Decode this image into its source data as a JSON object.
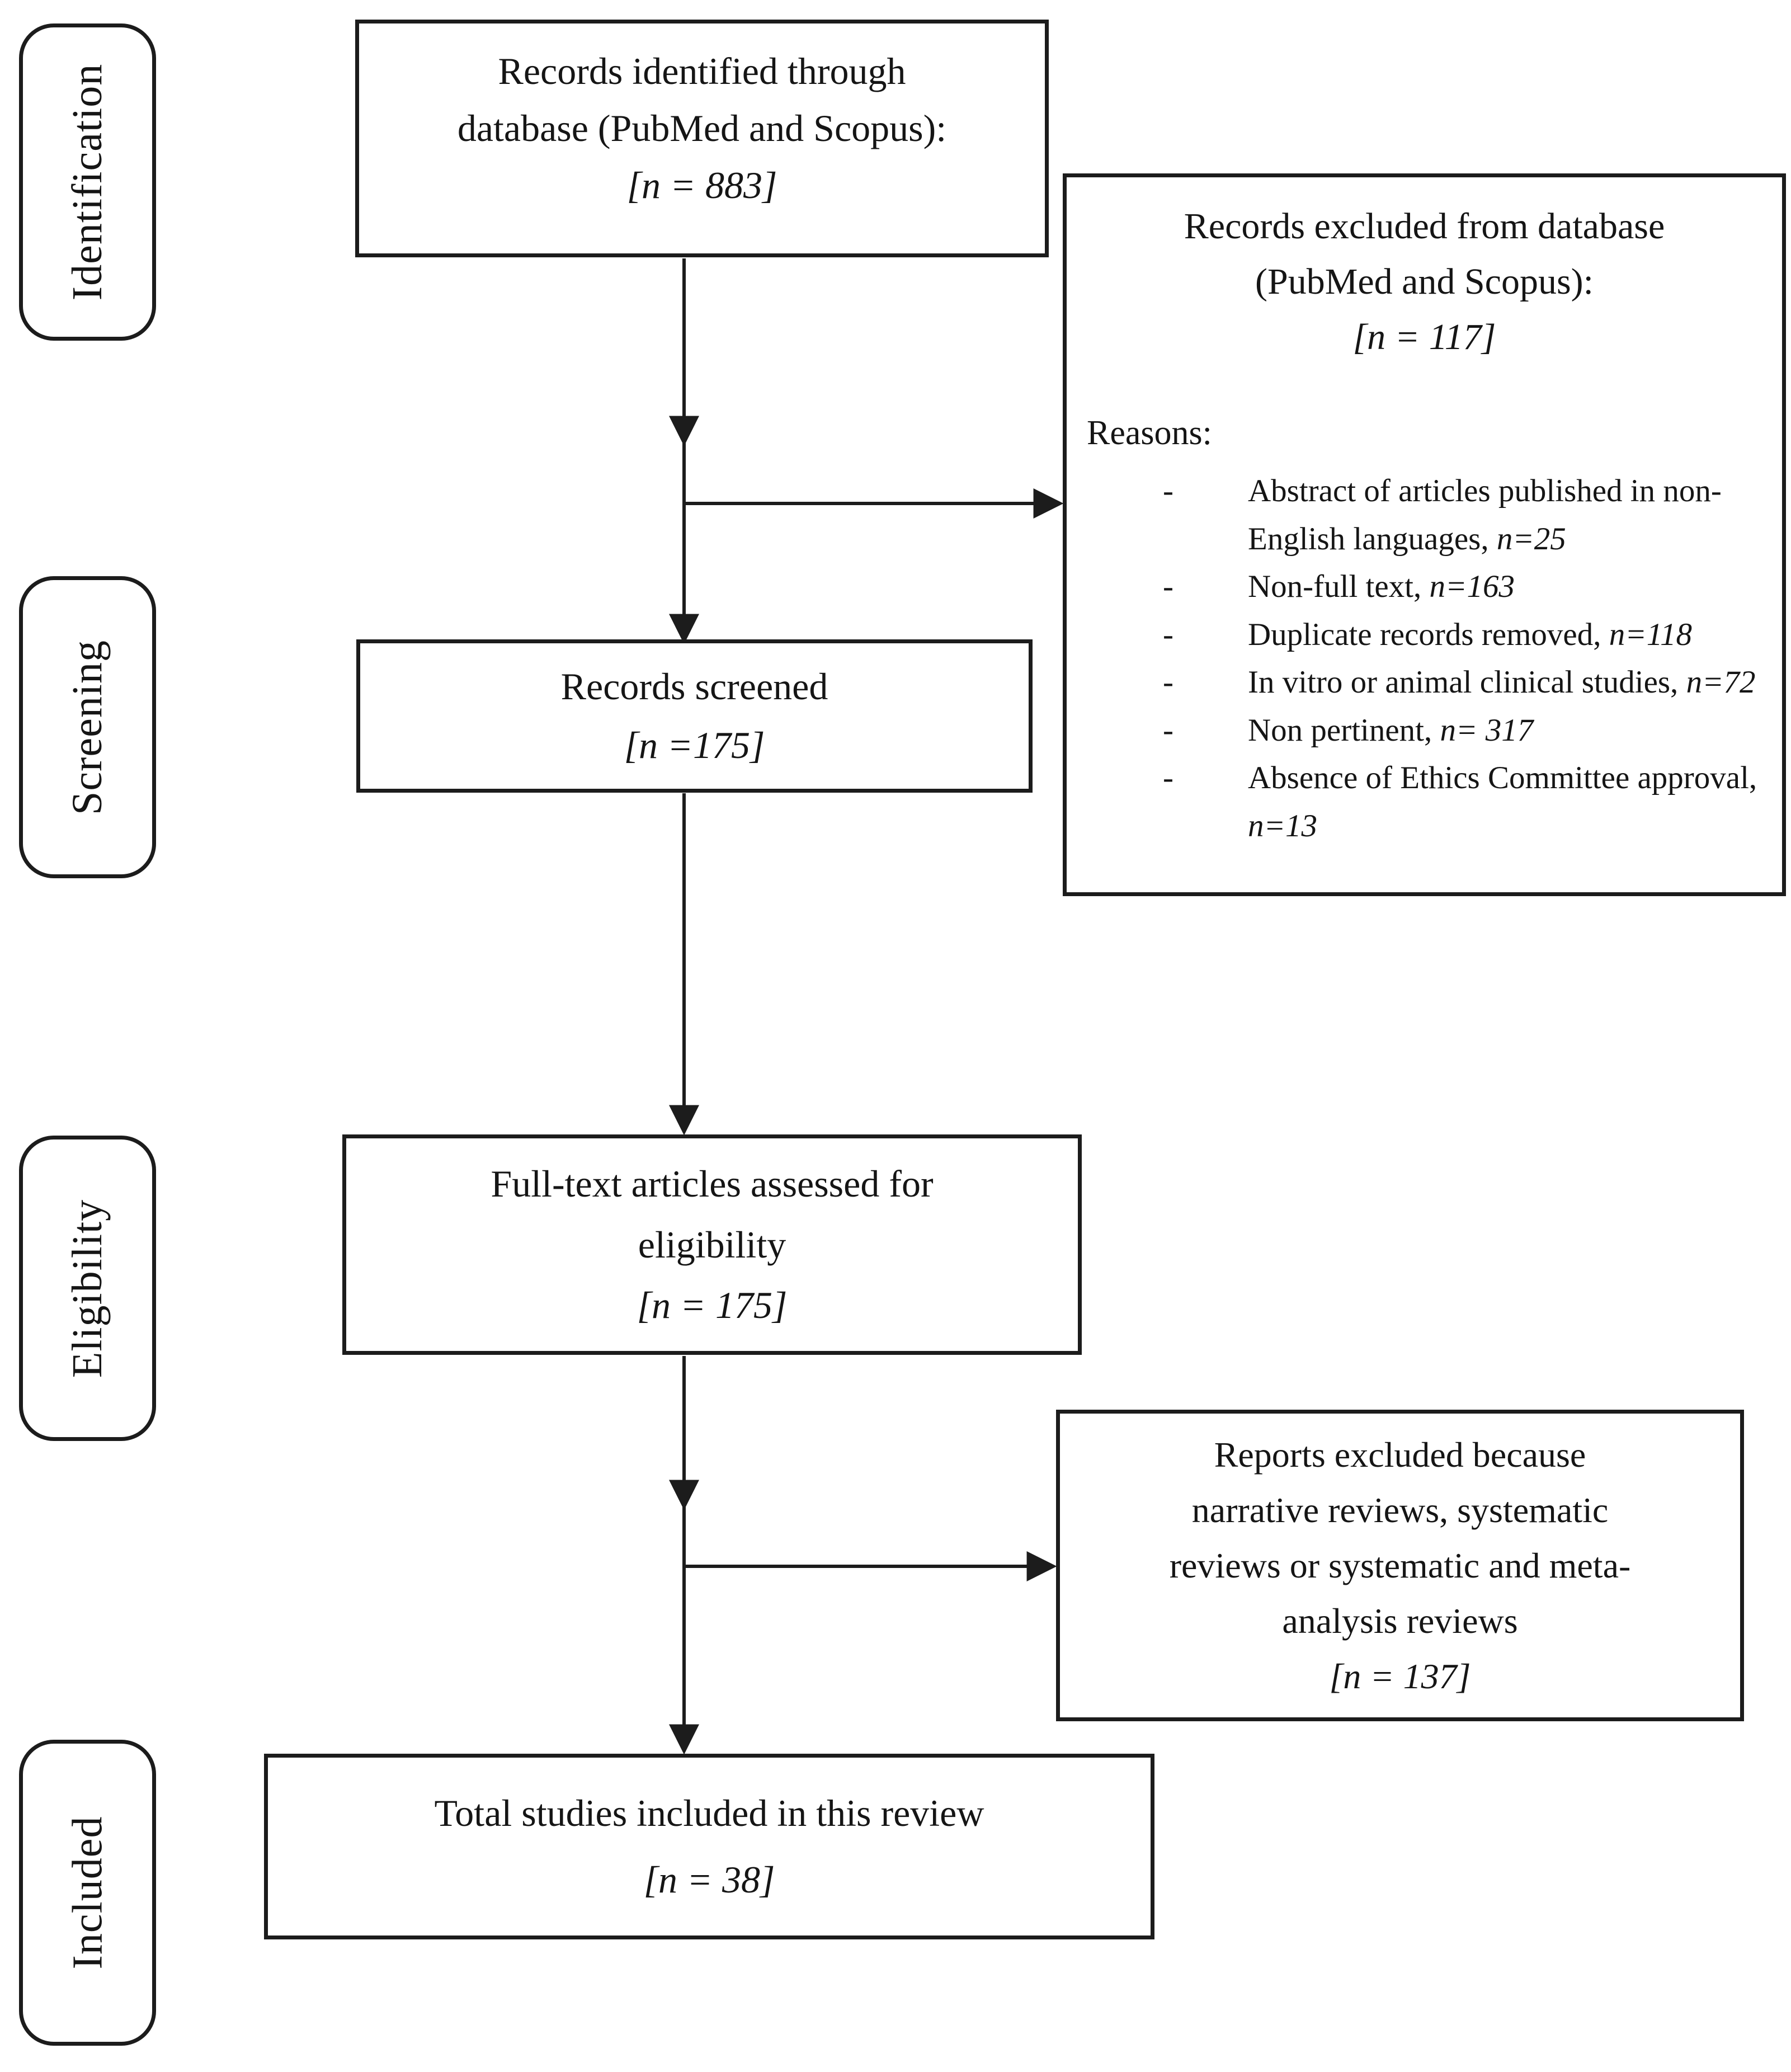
{
  "figure": {
    "background": "#ffffff",
    "line_color": "#1c1c1c",
    "text_color": "#151515"
  },
  "stages": [
    {
      "label": "Identification"
    },
    {
      "label": "Screening"
    },
    {
      "label": "Eligibility"
    },
    {
      "label": "Included"
    }
  ],
  "boxes": {
    "identified": {
      "line1": "Records identified through",
      "line2": "database (PubMed and Scopus):",
      "count": "[n = 883]"
    },
    "excluded_db": {
      "line1": "Records excluded from database",
      "line2": "(PubMed and Scopus):",
      "count": "[n = 117]",
      "reasons_label": "Reasons:",
      "bullet": "-",
      "reasons": [
        {
          "text": "Abstract of articles published in non-English languages,",
          "n": "n=25"
        },
        {
          "text": "Non-full text,",
          "n": "n=163"
        },
        {
          "text": "Duplicate records removed,",
          "n": "n=118"
        },
        {
          "text": "In vitro or animal clinical studies,",
          "n": "n=72"
        },
        {
          "text": "Non pertinent,",
          "n": "n= 317"
        },
        {
          "text": "Absence of Ethics Committee approval,",
          "n": "n=13"
        }
      ]
    },
    "screened": {
      "line1": "Records screened",
      "count": "[n =175]"
    },
    "fulltext": {
      "line1": "Full-text articles assessed for",
      "line2": "eligibility",
      "count": "[n = 175]"
    },
    "reports_excluded": {
      "line1": "Reports excluded because",
      "line2": "narrative reviews, systematic",
      "line3": "reviews or systematic and meta-",
      "line4": "analysis reviews",
      "count": "[n = 137]"
    },
    "total": {
      "line1": "Total studies included in this review",
      "count": "[n = 38]"
    }
  }
}
